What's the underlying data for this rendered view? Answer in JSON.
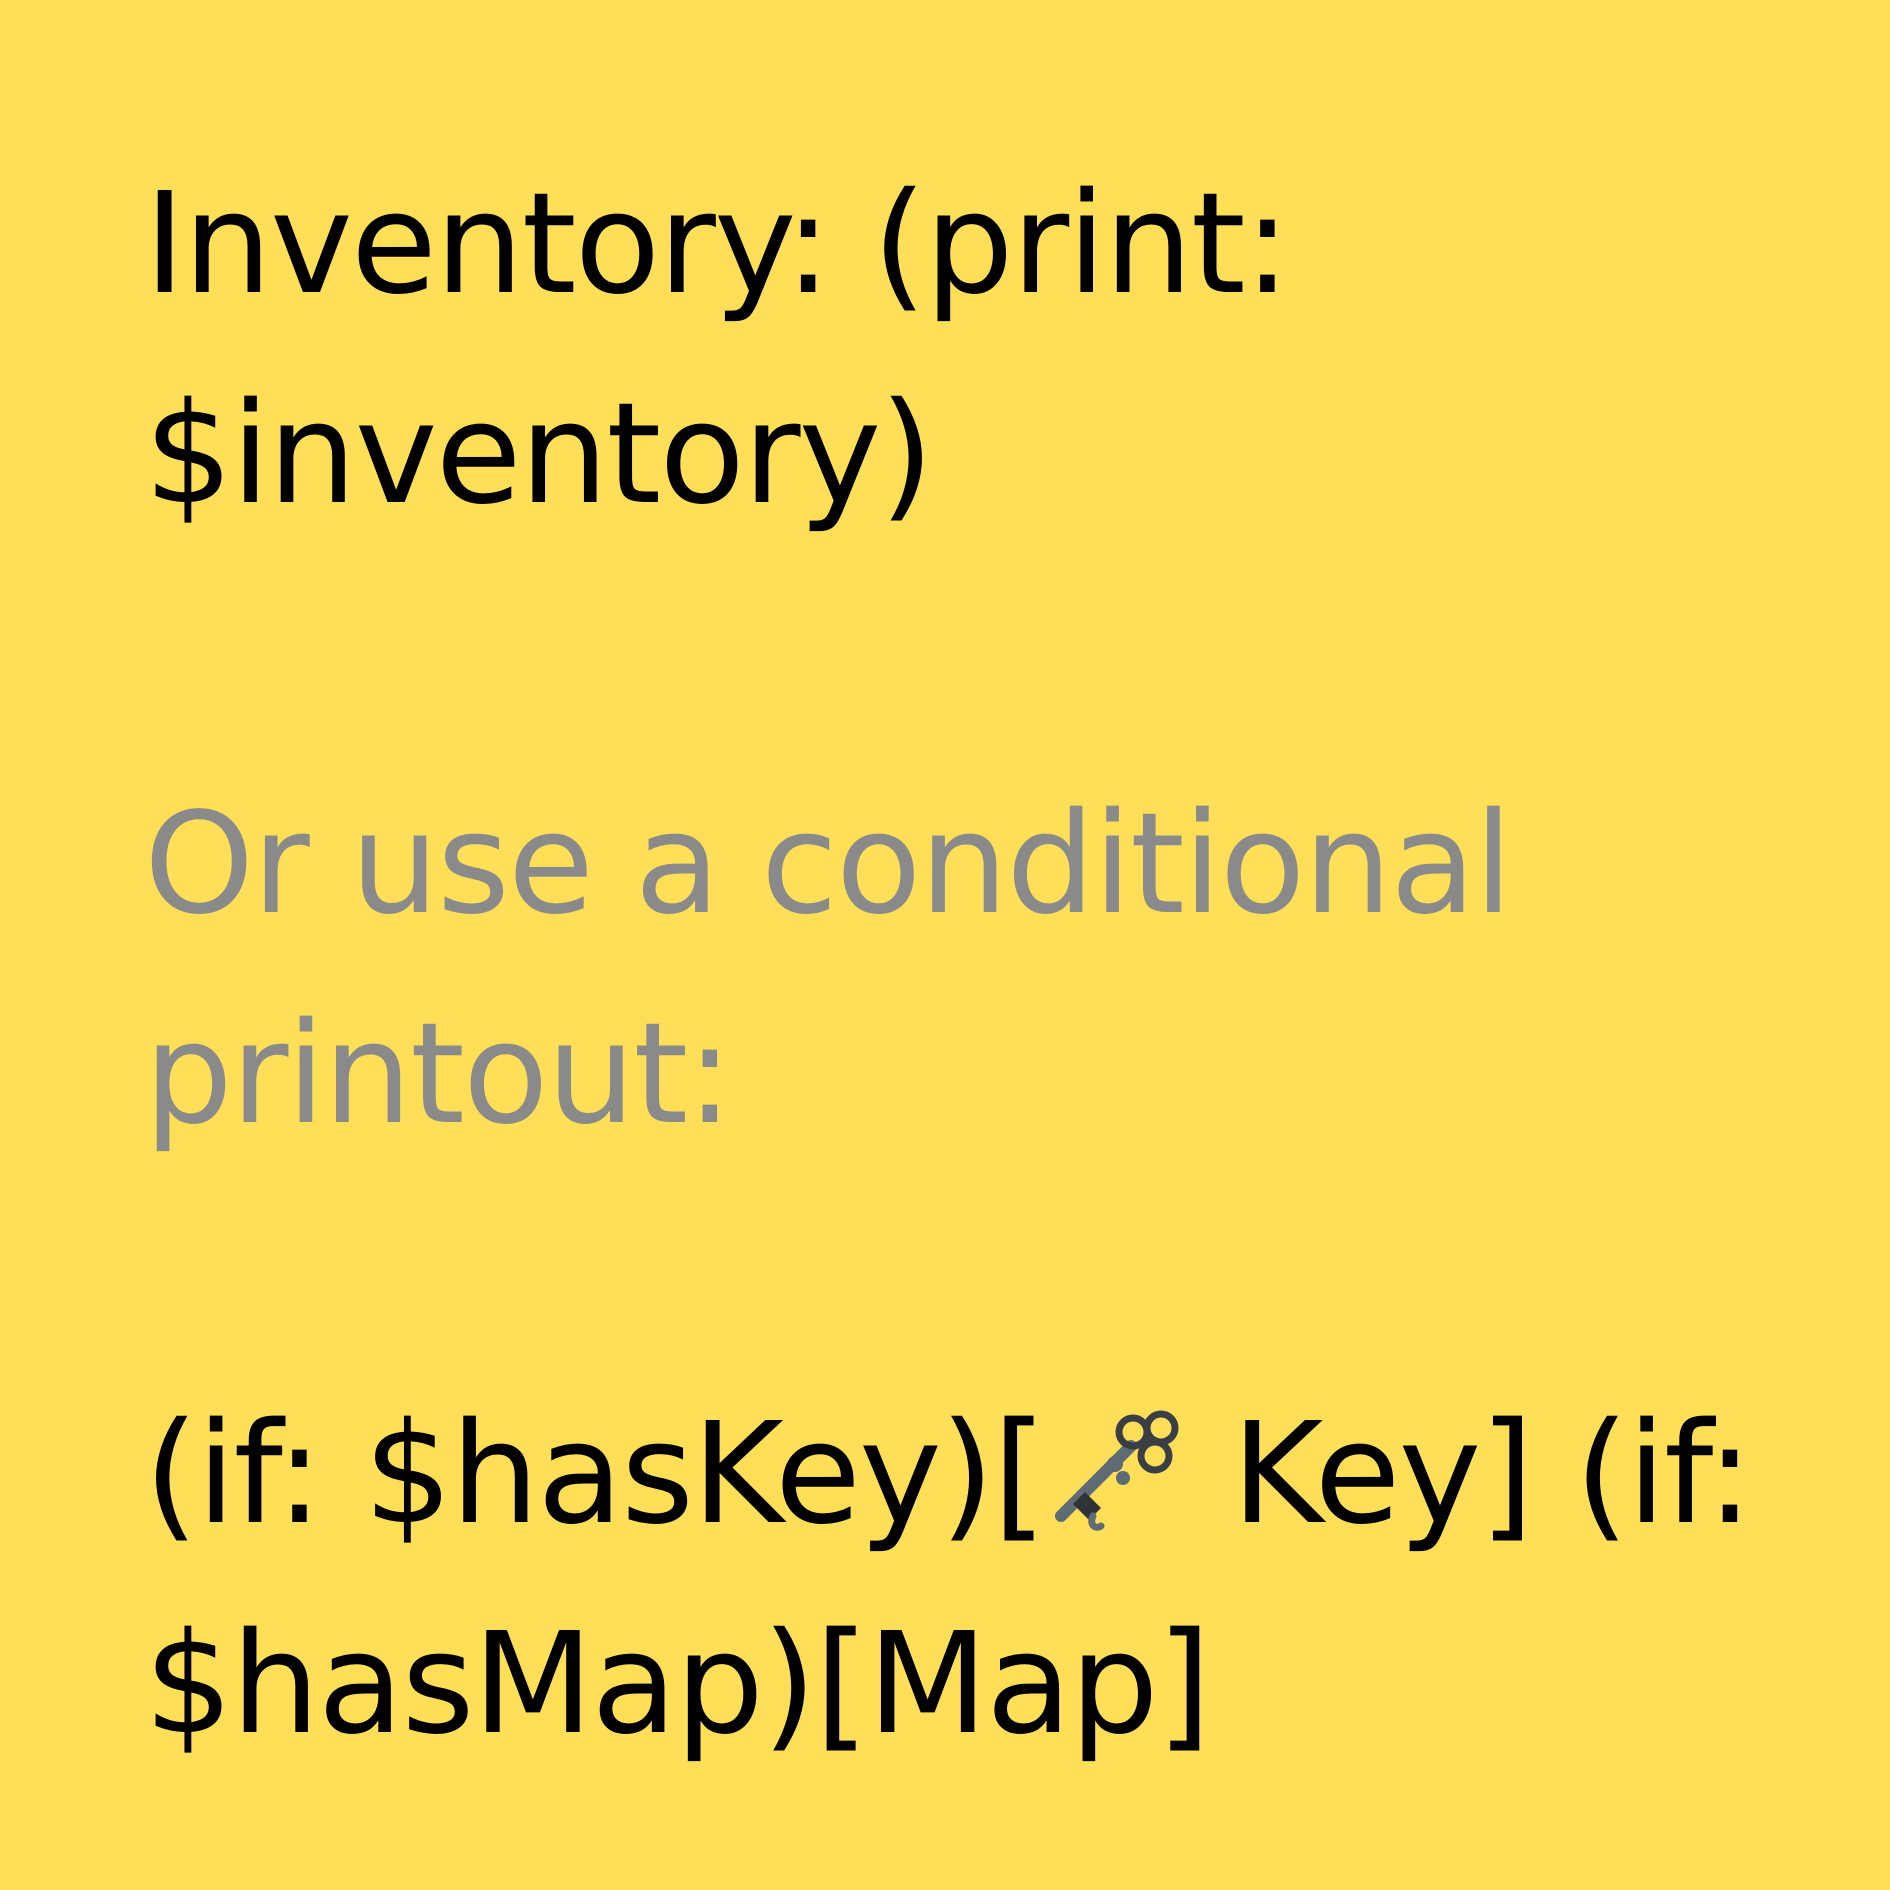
{
  "line1": "Inventory: (print: $inventory)",
  "line2": "Or use a conditional printout:",
  "line3": {
    "part1": "(if: $hasKey)[",
    "key_icon": "old-key-icon",
    "part2": " Key] (if: $hasMap)[Map]"
  },
  "colors": {
    "background": "#FFDF57",
    "primary_text": "#000000",
    "secondary_text": "#8A8A8A"
  }
}
